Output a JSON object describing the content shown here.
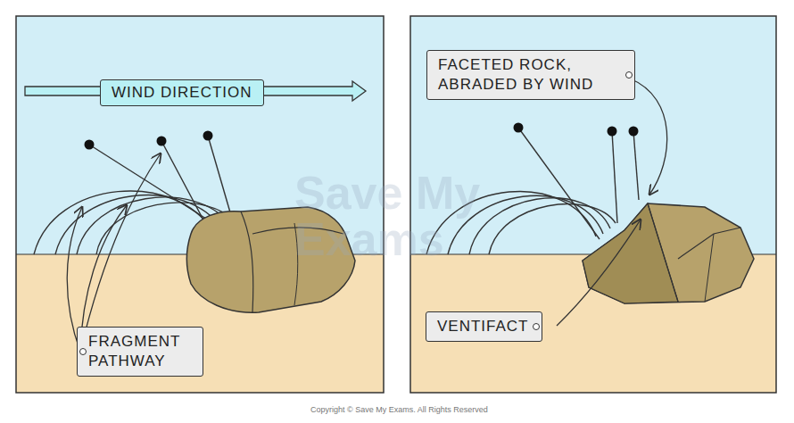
{
  "diagram": {
    "nodes": [
      {
        "text": [
          "WIND DIRECTION"
        ]
      },
      {
        "text": [
          "FRAGMENT PATHWAY"
        ]
      },
      {
        "text": [
          "FACETED ROCK, ABRADED BY WIND"
        ]
      },
      {
        "text": [
          "VENTIFACT"
        ]
      }
    ],
    "labels": [
      "Save My Exams",
      "Copyright © Save My Exams. All Rights Reserved"
    ]
  }
}
